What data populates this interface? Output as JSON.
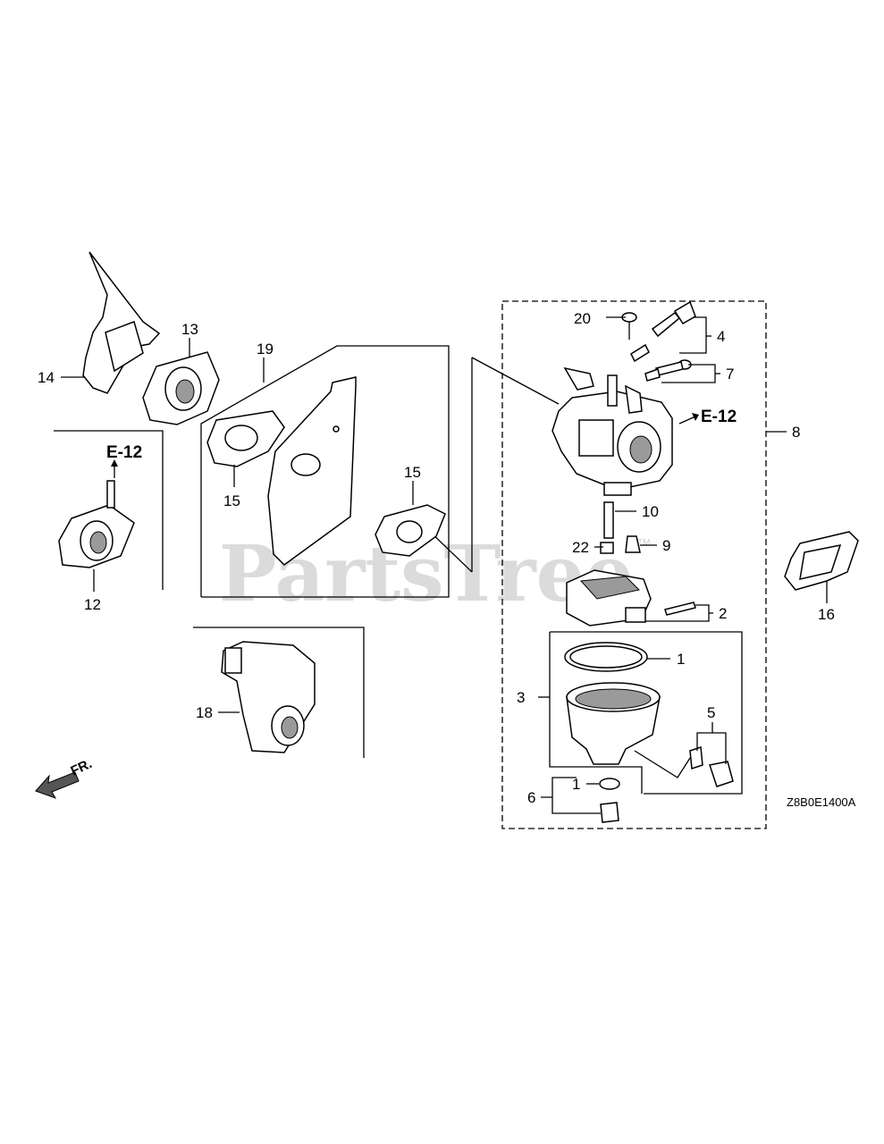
{
  "callouts": {
    "c1a": "1",
    "c1b": "1",
    "c2": "2",
    "c3": "3",
    "c4": "4",
    "c5": "5",
    "c6": "6",
    "c7": "7",
    "c8": "8",
    "c9": "9",
    "c10": "10",
    "c12": "12",
    "c13": "13",
    "c14": "14",
    "c15a": "15",
    "c15b": "15",
    "c16": "16",
    "c18": "18",
    "c19": "19",
    "c20": "20",
    "c22": "22"
  },
  "references": {
    "left": "E-12",
    "right": "E-12"
  },
  "direction_label": "FR.",
  "diagram_code": "Z8B0E1400A",
  "watermark": {
    "text": "PartsTree",
    "tm": "TM"
  }
}
